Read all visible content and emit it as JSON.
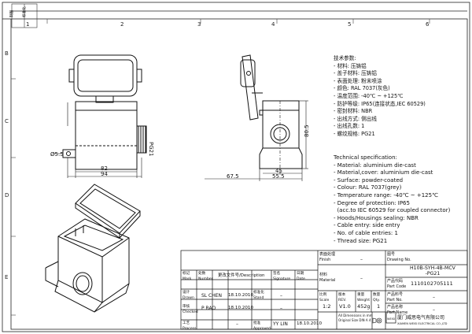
{
  "border": {
    "top_numbers": [
      "1",
      "2",
      "3",
      "4",
      "5",
      "6"
    ],
    "left_letters": [
      "B",
      "C",
      "D",
      "E"
    ],
    "corner_stamp": [
      "制图",
      "标准化"
    ]
  },
  "dimensions": {
    "front_height": "PG21",
    "front_left": "Ø5.5",
    "front_inner_width": "82",
    "front_outer_width": "94",
    "side_height": "80.5",
    "side_offset": "67.5",
    "side_base_inner": "45",
    "side_base_outer": "55.5"
  },
  "spec_cn": {
    "heading": "技术参数:",
    "lines": [
      "- 材料: 压铸铝",
      "- 盖子材料: 压铸铝",
      "- 表面处理: 粉末喷涂",
      "- 颜色: RAL 7037(灰色)",
      "- 温度范围: -40℃ ~ +125℃",
      "- 防护等级: IP65(连接状态,IEC 60529)",
      "- 密封材料: NBR",
      "- 出线方式: 侧出线",
      "- 出线孔数: 1",
      "- 螺纹规格: PG21"
    ]
  },
  "spec_en": {
    "heading": "Technical specification:",
    "lines": [
      "- Material: aluminium die-cast",
      "- Material,cover: aluminium die-cast",
      "- Surface: powder-coated",
      "- Colour: RAL 7037(grey)",
      "- Temperature range: -40℃ ~ +125℃",
      "- Degree of protection: IP65",
      "  (acc.to IEC 60529 for coupled connector)",
      "- Hoods/Housings sealing: NBR",
      "- Cable entry: side entry",
      "- No. of cable entries: 1",
      "- Thread size: PG21"
    ]
  },
  "title_block": {
    "finish_label": "表面处理\nFinish",
    "finish_value": "–",
    "material_label": "材料\nMaterial",
    "material_value": "–",
    "drawing_no_label": "图号\nDrawing No.",
    "drawing_no": "H10B-SYH-4B-MCV\n-PG21",
    "part_code_label": "产品代码\nPart Code",
    "part_code": "1110102705111",
    "part_no_label": "产品料号\nPart No.",
    "part_no": "–",
    "part_name_label": "产品名称\nPart Name",
    "part_name": "–",
    "work_number_label": "标记\nMark",
    "number_label": "处数\nNumber",
    "description_label": "更改文件号/Description",
    "signature_label": "签名\nSignature",
    "date_label": "日期\nDate",
    "drawn_label": "设计\nDrawn",
    "drawn_by": "SL CHEN",
    "drawn_date": "18.10.2010",
    "checked_label": "审核\nChecked",
    "checked_by": "P RAO",
    "checked_date": "18.10.2010",
    "standard_label": "标准化\nStand",
    "standard_value": "–",
    "process_label": "工艺\nProcess",
    "process_value": "–",
    "approved_label": "批准\nApproved",
    "approved_by": "YY LIN",
    "approved_date": "18.10.2010",
    "scale_label": "比例\nScale",
    "scale": "1:2",
    "revision_label": "版本\nREV.",
    "revision": "V1.0",
    "weight_label": "重量\nWeight",
    "weight": "452g",
    "qty_label": "数量\nQty.",
    "qty": "1",
    "dims_note": "All Dimensions in mm\nOriginal Size DIN A 4",
    "company_cn": "厦门威思电气有限公司",
    "company_en": "XIAMEN WEISI ELECTRICAL CO.,LTD",
    "logo_text": "WEISI"
  }
}
